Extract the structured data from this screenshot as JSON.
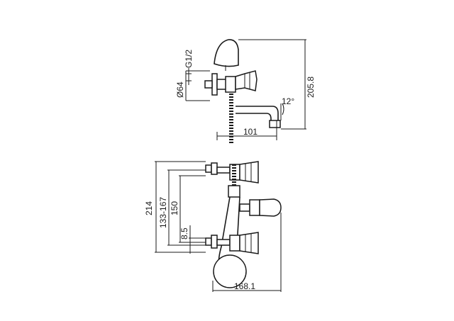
{
  "dimensions": {
    "thread": "G1/2",
    "diameter": "Ø64",
    "height": "205.8",
    "angle": "12°",
    "spout_reach": "101",
    "total_height": "214",
    "center_range": "133-167",
    "center_distance": "150",
    "offset": "8.5",
    "width": "168.1"
  }
}
